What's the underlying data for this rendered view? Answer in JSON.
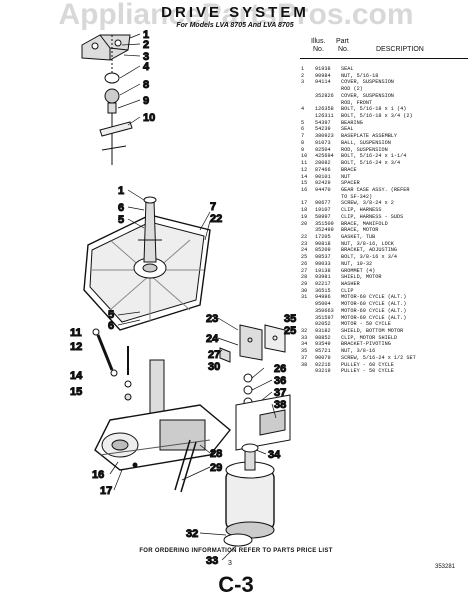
{
  "watermark": "AppliancePartsPros.com",
  "title": "DRIVE SYSTEM",
  "subtitle": "For Models LVA 8705 And LVA 8705",
  "header": {
    "illus": "Illus.",
    "no": "No.",
    "part": "Part",
    "part_no": "No.",
    "description": "DESCRIPTION"
  },
  "parts": [
    {
      "illus": "1",
      "part": "91938",
      "desc": "SEAL"
    },
    {
      "illus": "2",
      "part": "90984",
      "desc": "NUT, 5/16-18"
    },
    {
      "illus": "3",
      "part": "94114",
      "desc": "COVER, SUSPENSION"
    },
    {
      "illus": "",
      "part": "",
      "desc": "ROD (2)"
    },
    {
      "illus": "",
      "part": "352826",
      "desc": "COVER, SUSPENSION"
    },
    {
      "illus": "",
      "part": "",
      "desc": "ROD, FRONT"
    },
    {
      "illus": "4",
      "part": "126358",
      "desc": "BOLT, 5/16-18 x 1 (4)"
    },
    {
      "illus": "",
      "part": "126311",
      "desc": "BOLT, 5/16-18 x 3/4 (2)"
    },
    {
      "illus": "5",
      "part": "54397",
      "desc": "BEARING"
    },
    {
      "illus": "6",
      "part": "54239",
      "desc": "SEAL"
    },
    {
      "illus": "7",
      "part": "380923",
      "desc": "BASEPLATE ASSEMBLY"
    },
    {
      "illus": "8",
      "part": "91073",
      "desc": "BALL, SUSPENSION"
    },
    {
      "illus": "9",
      "part": "92504",
      "desc": "ROD, SUSPENSION"
    },
    {
      "illus": "10",
      "part": "425694",
      "desc": "BOLT, 5/16-24 x 1-1/4"
    },
    {
      "illus": "11",
      "part": "28082",
      "desc": "BOLT, 5/16-24 x 3/4"
    },
    {
      "illus": "12",
      "part": "87466",
      "desc": "BRACE"
    },
    {
      "illus": "14",
      "part": "90101",
      "desc": "NUT"
    },
    {
      "illus": "15",
      "part": "92429",
      "desc": "SPACER"
    },
    {
      "illus": "16",
      "part": "94470",
      "desc": "GEAR CASE ASSY. (REFER"
    },
    {
      "illus": "",
      "part": "",
      "desc": "TO SF-342)"
    },
    {
      "illus": "17",
      "part": "90677",
      "desc": "SCREW, 3/8-24 x 2"
    },
    {
      "illus": "18",
      "part": "19107",
      "desc": "CLIP, HARNESS"
    },
    {
      "illus": "19",
      "part": "58997",
      "desc": "CLIP, HARNESS - SUDS"
    },
    {
      "illus": "20",
      "part": "351509",
      "desc": "BRACE, MANIFOLD"
    },
    {
      "illus": "",
      "part": "352499",
      "desc": "BRACE, MOTOR"
    },
    {
      "illus": "22",
      "part": "17205",
      "desc": "GASKET, TUB"
    },
    {
      "illus": "23",
      "part": "90818",
      "desc": "NUT, 3/8-16, LOCK"
    },
    {
      "illus": "24",
      "part": "85209",
      "desc": "BRACKET, ADJUSTING"
    },
    {
      "illus": "25",
      "part": "98537",
      "desc": "BOLT, 3/8-16 x 3/4"
    },
    {
      "illus": "26",
      "part": "98033",
      "desc": "NUT, 10-32"
    },
    {
      "illus": "27",
      "part": "19138",
      "desc": "GROMMET (4)"
    },
    {
      "illus": "28",
      "part": "93981",
      "desc": "SHIELD, MOTOR"
    },
    {
      "illus": "29",
      "part": "92217",
      "desc": "WASHER"
    },
    {
      "illus": "30",
      "part": "36515",
      "desc": "CLIP"
    },
    {
      "illus": "31",
      "part": "94986",
      "desc": "MOTOR-60 CYCLE (ALT.)"
    },
    {
      "illus": "",
      "part": "95004",
      "desc": "MOTOR-60 CYCLE (ALT.)"
    },
    {
      "illus": "",
      "part": "350663",
      "desc": "MOTOR-60 CYCLE (ALT.)"
    },
    {
      "illus": "",
      "part": "351597",
      "desc": "MOTOR-60 CYCLE (ALT.)"
    },
    {
      "illus": "",
      "part": "92052",
      "desc": "MOTOR - 50 CYCLE"
    },
    {
      "illus": "32",
      "part": "93182",
      "desc": "SHIELD, BOTTOM MOTOR"
    },
    {
      "illus": "33",
      "part": "98852",
      "desc": "CLIP, MOTOR SHIELD"
    },
    {
      "illus": "34",
      "part": "93549",
      "desc": "BRACKET-PIVOTING"
    },
    {
      "illus": "35",
      "part": "95721",
      "desc": "NUT, 3/8-16"
    },
    {
      "illus": "37",
      "part": "90079",
      "desc": "SCREW, 5/16-24 x 1/2 SET"
    },
    {
      "illus": "38",
      "part": "92216",
      "desc": "PULLEY - 60 CYCLE"
    },
    {
      "illus": "",
      "part": "93219",
      "desc": "PULLEY - 50 CYCLE"
    }
  ],
  "callouts": {
    "c1": "1",
    "c2": "2",
    "c3": "3",
    "c4": "4",
    "c8": "8",
    "c9": "9",
    "c10": "10",
    "c1b": "1",
    "c6": "6",
    "c5": "5",
    "c7": "7",
    "c22": "22",
    "c5b": "5",
    "c6b": "6",
    "c11": "11",
    "c12": "12",
    "c23": "23",
    "c35": "35",
    "c24": "24",
    "c25": "25",
    "c14": "14",
    "c15": "15",
    "c30": "30",
    "c27": "27",
    "c26": "26",
    "c36": "36",
    "c37": "37",
    "c38": "38",
    "c16": "16",
    "c17": "17",
    "c28": "28",
    "c29": "29",
    "c34": "34",
    "c32": "32",
    "c33": "33"
  },
  "footer": "FOR ORDERING INFORMATION REFER TO PARTS PRICE LIST",
  "page_number": "3",
  "doc_number": "353281",
  "page_code": "C-3"
}
